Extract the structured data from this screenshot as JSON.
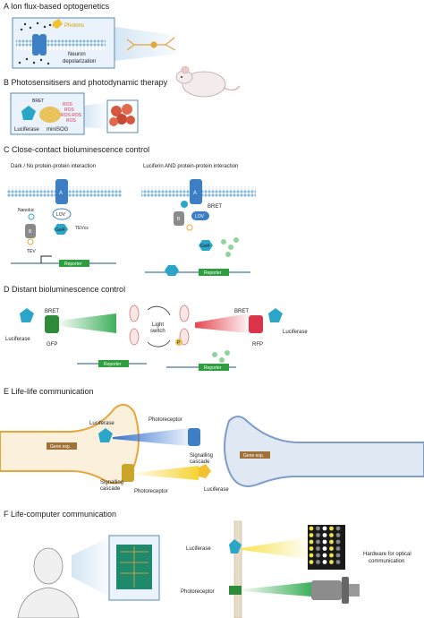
{
  "panels": {
    "a": {
      "title": "A   Ion flux-based optogenetics",
      "photons": "Photons",
      "neuron_line1": "Neuron",
      "neuron_line2": "depolarization"
    },
    "b": {
      "title": "B   Photosensitisers and photodynamic therapy",
      "bret": "BRET",
      "luciferase": "Luciferase",
      "minisog": "miniSOG",
      "ros": [
        "ROS",
        "ROS",
        "ROS ROS",
        "ROS"
      ]
    },
    "c": {
      "title": "C   Close-contact bioluminescence control",
      "left_caption": "Dark / No protein-protein interaction",
      "right_caption": "Luciferin AND protein-protein interaction",
      "a_label": "A",
      "b_label": "B",
      "lov": "LOV",
      "gal4": "Gal4",
      "nanoluc": "Nanoluc",
      "tevcs": "TEVcs",
      "tev": "TEV",
      "bret": "BRET",
      "reporter": "Reporter"
    },
    "d": {
      "title": "D   Distant bioluminescence control",
      "bret_left": "BRET",
      "bret_right": "BRET",
      "luciferase_left": "Luciferase",
      "luciferase_right": "Luciferase",
      "gfp": "GFP",
      "rfp": "RFP",
      "light_switch_line1": "Light",
      "light_switch_line2": "switch",
      "p": "P",
      "reporter": "Reporter"
    },
    "e": {
      "title": "E   Life-life communication",
      "luciferase_top": "Luciferase",
      "photoreceptor_top": "Photoreceptor",
      "signalling_line1": "Signalling",
      "signalling_line2": "cascade",
      "gene_exp": "Gene exp.",
      "luciferase_bottom": "Luciferase",
      "photoreceptor_bottom": "Photoreceptor"
    },
    "f": {
      "title": "F   Life-computer communication",
      "luciferase": "Luciferase",
      "photoreceptor": "Photoreceptor",
      "hardware_line1": "Hardware for optical",
      "hardware_line2": "communication"
    }
  },
  "colors": {
    "membrane": "#9ec6e6",
    "channel_blue": "#3d7fc4",
    "luciferase_teal": "#2ba6c9",
    "minisog_yellow": "#e8c25a",
    "photon_yellow": "#f2c230",
    "reporter_green": "#2e9e3e",
    "gfp_green": "#2e8b3a",
    "rfp_red": "#d9344a",
    "neuron_orange": "#e8a53c",
    "neuron_fill": "#fbf0dc",
    "cell_blue_fill": "#dfe8f3",
    "gene_brown": "#a0723a",
    "tumor_red": "#d8583f",
    "chip_green": "#1f8a6b",
    "box_bg": "#eaf3fb"
  }
}
